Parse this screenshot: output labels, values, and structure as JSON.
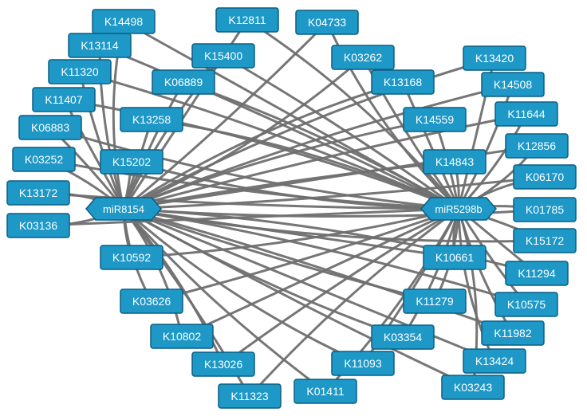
{
  "network": {
    "hubs": [
      {
        "id": "h1",
        "label": "miR8154"
      },
      {
        "id": "h2",
        "label": "miR5298b"
      }
    ],
    "nodes": [
      "K14498",
      "K13114",
      "K11320",
      "K11407",
      "K06883",
      "K03252",
      "K13172",
      "K03136",
      "K15400",
      "K06889",
      "K13258",
      "K15202",
      "K10592",
      "K03626",
      "K10802",
      "K13026",
      "K11323",
      "K12811",
      "K04733",
      "K01411",
      "K03262",
      "K13168",
      "K14559",
      "K14843",
      "K10661",
      "K11279",
      "K03354",
      "K11093",
      "K13420",
      "K14508",
      "K11644",
      "K12856",
      "K06170",
      "K01785",
      "K15172",
      "K11294",
      "K10575",
      "K11982",
      "K13424",
      "K03243"
    ],
    "colors": {
      "node_fill": "#1d98c7",
      "node_stroke": "#0c5f83",
      "edge": "#6f6f6f"
    }
  }
}
